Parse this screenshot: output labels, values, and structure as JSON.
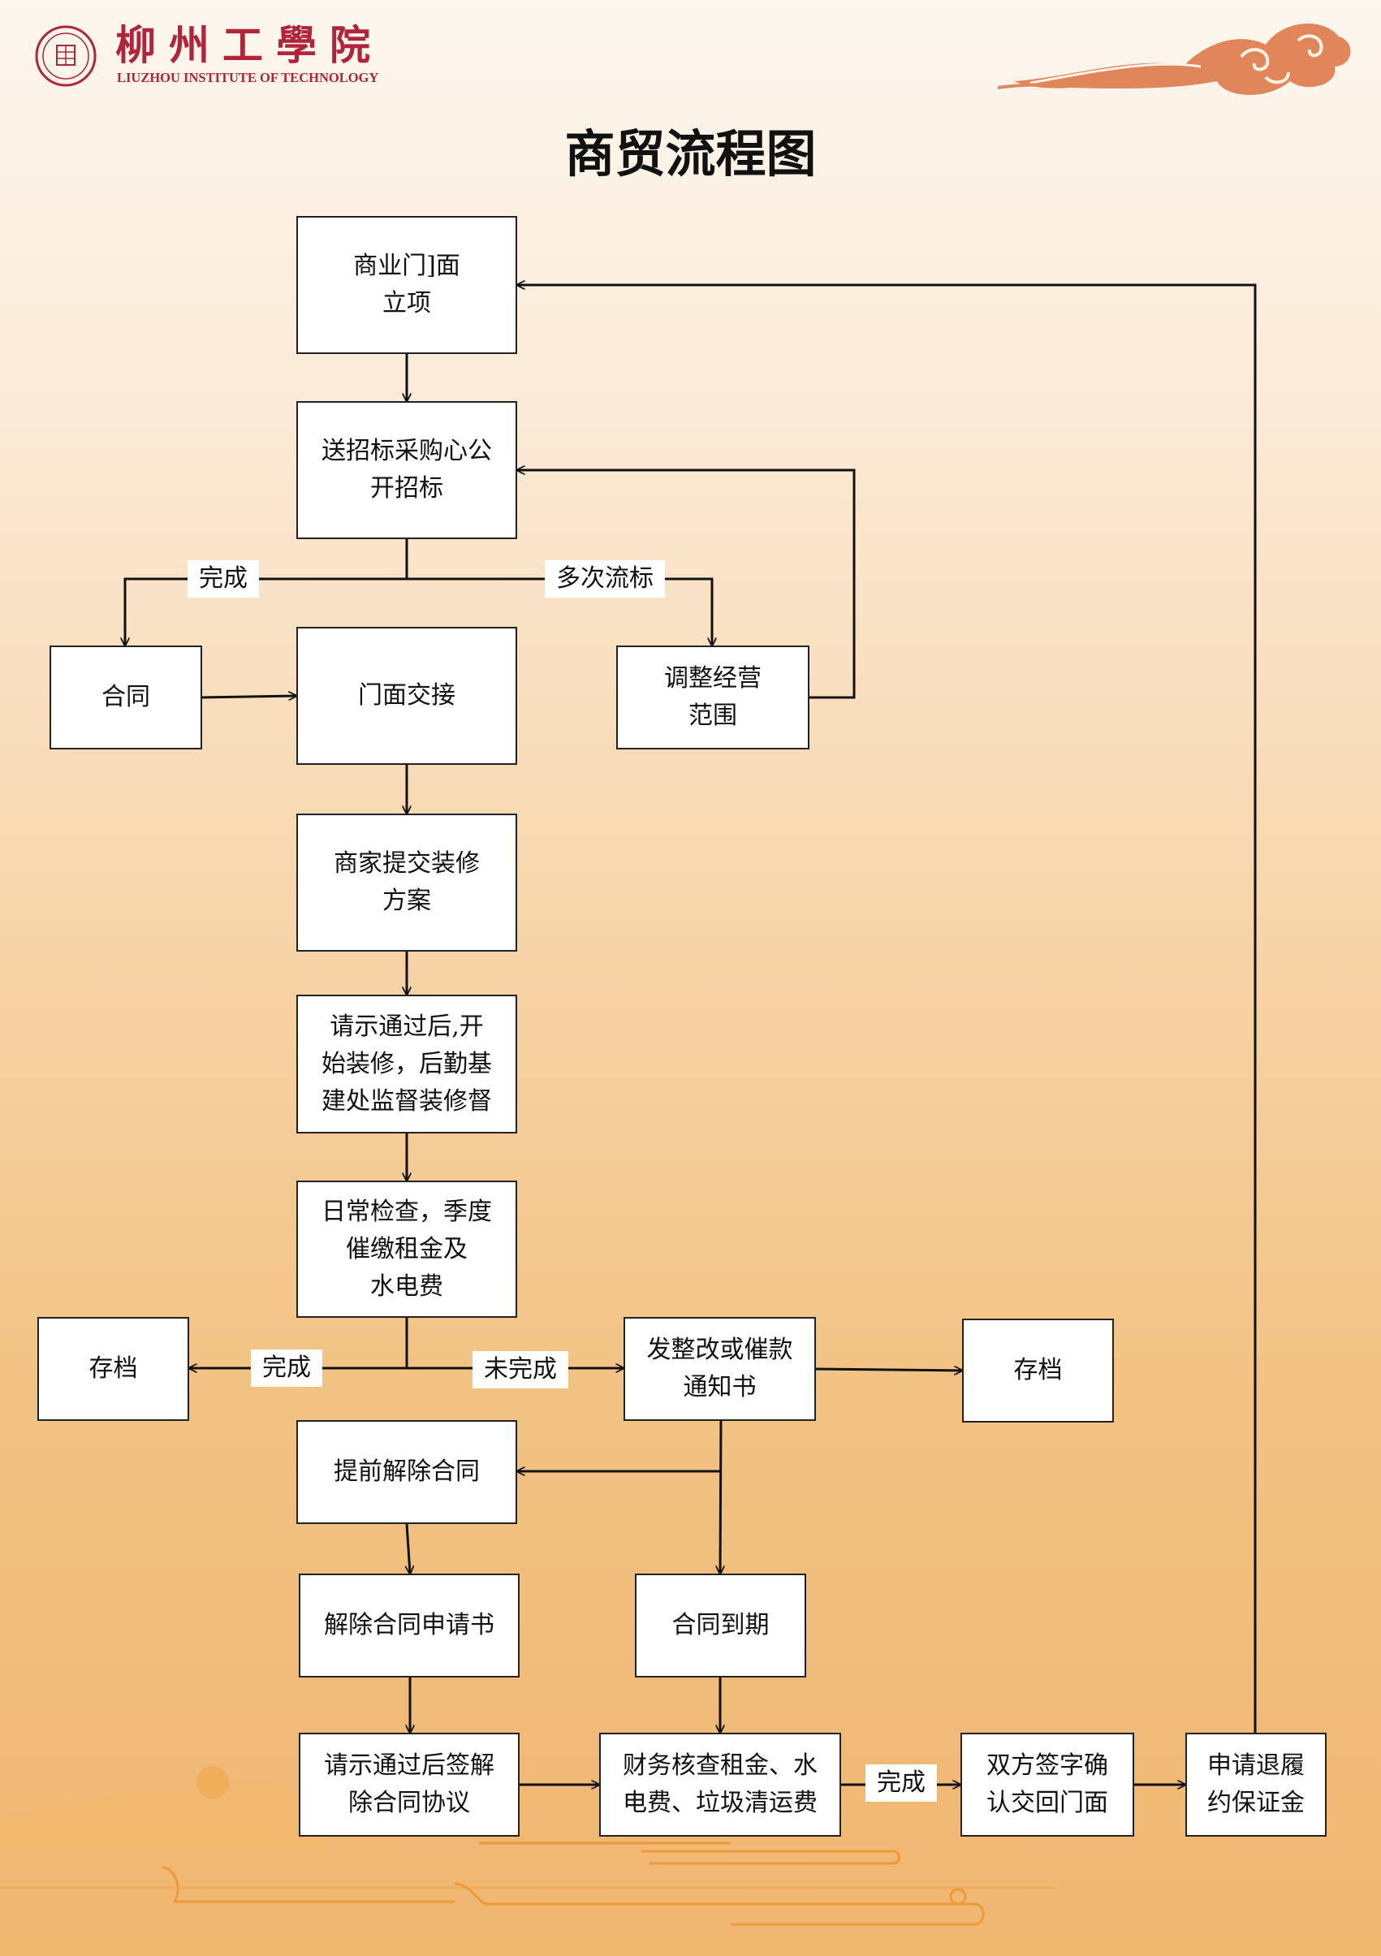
{
  "header": {
    "logo_cn": "柳州工學院",
    "logo_en": "LIUZHOU INSTITUTE OF TECHNOLOGY",
    "title": "商贸流程图"
  },
  "nodes": {
    "n1": [
      "商业门]面",
      "立项"
    ],
    "n2": [
      "送招标采购心公",
      "开招标"
    ],
    "n3": [
      "合同"
    ],
    "n4": [
      "门面交接"
    ],
    "n5": [
      "调整经营",
      "范围"
    ],
    "n6": [
      "商家提交装修",
      "方案"
    ],
    "n7": [
      "请示通过后,开",
      "始装修，后勤基",
      "建处监督装修督"
    ],
    "n8": [
      "日常检查，季度",
      "催缴租金及",
      "水电费"
    ],
    "n9": [
      "存档"
    ],
    "n10": [
      "发整改或催款",
      "通知书"
    ],
    "n11": [
      "存档"
    ],
    "n12": [
      "提前解除合同"
    ],
    "n13": [
      "解除合同申请书"
    ],
    "n14": [
      "合同到期"
    ],
    "n15": [
      "请示通过后签解",
      "除合同协议"
    ],
    "n16": [
      "财务核查租金、水",
      "电费、垃圾清运费"
    ],
    "n17": [
      "双方签字确",
      "认交回门面"
    ],
    "n18": [
      "申请退履",
      "约保证金"
    ]
  },
  "edge_labels": {
    "e1": "完成",
    "e2": "多次流标",
    "e3": "完成",
    "e4": "未完成",
    "e5": "完成"
  },
  "colors": {
    "brand": "#b2243a",
    "cloud": "#e0865a",
    "line": "#111111"
  }
}
